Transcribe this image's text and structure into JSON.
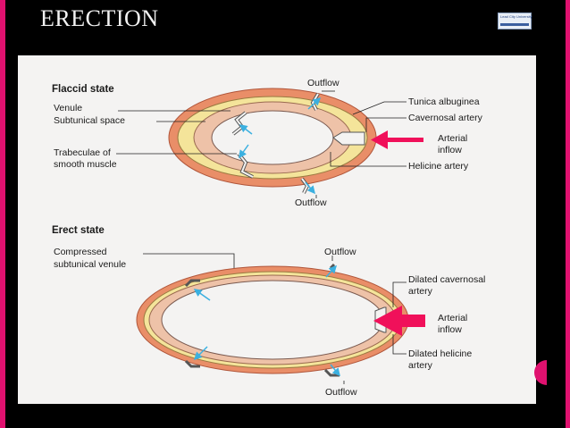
{
  "slide": {
    "title": "ERECTION",
    "logo": {
      "icon": "university-logo-icon",
      "text": "Lead City University"
    }
  },
  "colors": {
    "accent_border": "#e0116f",
    "outer_ring": "#e98e68",
    "middle_ring": "#f4e49a",
    "inner_ring": "#eec2a8",
    "arrow_cyan": "#3bb0e0",
    "arrow_pink": "#f0105a"
  },
  "diagram": {
    "flaccid": {
      "heading": "Flaccid state",
      "labels": {
        "venule": "Venule",
        "subtunical_space": "Subtunical space",
        "trabeculae_1": "Trabeculae of",
        "trabeculae_2": "smooth muscle",
        "outflow_top": "Outflow",
        "outflow_bottom": "Outflow",
        "tunica": "Tunica albuginea",
        "cavernosal": "Cavernosal artery",
        "arterial_1": "Arterial",
        "arterial_2": "inflow",
        "helicine": "Helicine artery"
      }
    },
    "erect": {
      "heading": "Erect state",
      "labels": {
        "compressed_1": "Compressed",
        "compressed_2": "subtunical venule",
        "outflow_top": "Outflow",
        "outflow_bottom": "Outflow",
        "dilated_cav_1": "Dilated cavernosal",
        "dilated_cav_2": "artery",
        "arterial_1": "Arterial",
        "arterial_2": "inflow",
        "dilated_hel_1": "Dilated helicine",
        "dilated_hel_2": "artery"
      }
    }
  }
}
